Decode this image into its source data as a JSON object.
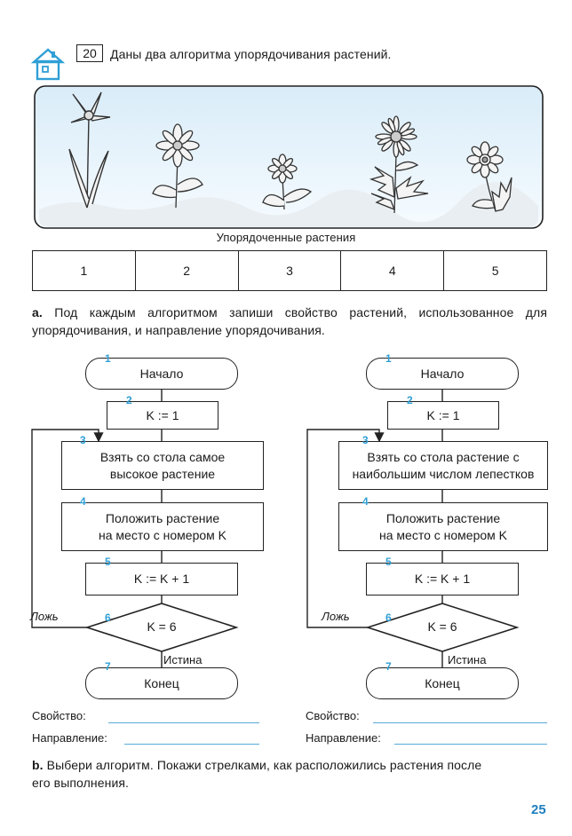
{
  "task": {
    "number": "20",
    "title": "Даны два алгоритма упорядочивания растений."
  },
  "picture": {
    "caption": "Упорядоченные растения",
    "slots": [
      "1",
      "2",
      "3",
      "4",
      "5"
    ]
  },
  "part_a": {
    "marker": "а.",
    "text": "Под каждым алгоритмом запиши свойство растений, использованное для упорядочивания, и направление упорядочивания."
  },
  "algorithm_left": {
    "start": "Начало",
    "init": "K := 1",
    "take_line1": "Взять со стола самое",
    "take_line2": "высокое растение",
    "place_line1": "Положить растение",
    "place_line2": "на место с номером K",
    "increment": "K := K + 1",
    "condition": "K = 6",
    "false_label": "Ложь",
    "true_label": "Истина",
    "end": "Конец",
    "step_numbers": [
      "1",
      "2",
      "3",
      "4",
      "5",
      "6",
      "7"
    ]
  },
  "algorithm_right": {
    "start": "Начало",
    "init": "K := 1",
    "take_line1": "Взять со стола растение с",
    "take_line2": "наибольшим числом лепестков",
    "place_line1": "Положить растение",
    "place_line2": "на место с номером K",
    "increment": "K := K + 1",
    "condition": "K = 6",
    "false_label": "Ложь",
    "true_label": "Истина",
    "end": "Конец",
    "step_numbers": [
      "1",
      "2",
      "3",
      "4",
      "5",
      "6",
      "7"
    ]
  },
  "answers": {
    "property_label": "Свойство:",
    "direction_label": "Направление:"
  },
  "part_b": {
    "marker": "b.",
    "line1": "Выбери алгоритм. Покажи стрелками, как расположились растения после",
    "line2": "его выполнения."
  },
  "page_number": "25",
  "colors": {
    "accent": "#2f9fd6",
    "line": "#222222",
    "house": "#2f9fd6"
  },
  "icons": [
    "house-icon"
  ]
}
